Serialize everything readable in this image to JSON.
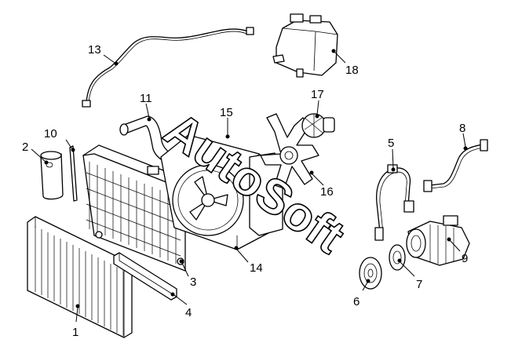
{
  "diagram": {
    "watermark": {
      "text": "AutoSoft"
    },
    "callouts": [
      {
        "id": "1",
        "label": "1"
      },
      {
        "id": "2",
        "label": "2"
      },
      {
        "id": "3",
        "label": "3"
      },
      {
        "id": "4",
        "label": "4"
      },
      {
        "id": "5",
        "label": "5"
      },
      {
        "id": "6",
        "label": "6"
      },
      {
        "id": "7",
        "label": "7"
      },
      {
        "id": "8",
        "label": "8"
      },
      {
        "id": "9",
        "label": "9"
      },
      {
        "id": "10",
        "label": "10"
      },
      {
        "id": "11",
        "label": "11"
      },
      {
        "id": "13",
        "label": "13"
      },
      {
        "id": "14",
        "label": "14"
      },
      {
        "id": "15",
        "label": "15"
      },
      {
        "id": "16",
        "label": "16"
      },
      {
        "id": "17",
        "label": "17"
      },
      {
        "id": "18",
        "label": "18"
      }
    ]
  }
}
